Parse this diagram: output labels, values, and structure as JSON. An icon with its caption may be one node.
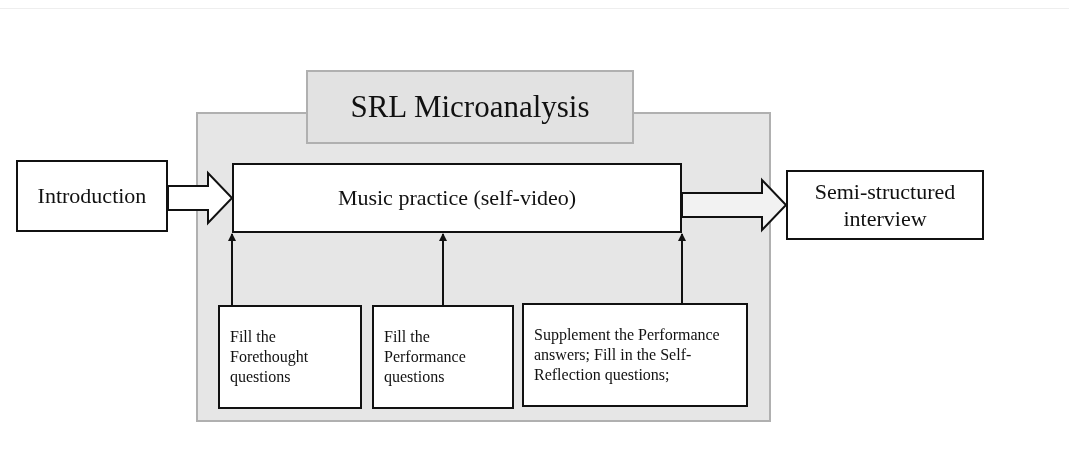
{
  "diagram": {
    "nodes": [
      {
        "text": [
          "Introduction"
        ]
      },
      {
        "text": [
          "SRL Microanalysis"
        ]
      },
      {
        "text": [
          "Music practice (self-video)"
        ],
        "in": 1
      },
      {
        "text": [
          "Fill the Forethought questions"
        ],
        "in": 1
      },
      {
        "text": [
          "Fill the Performance questions"
        ],
        "in": 1
      },
      {
        "text": [
          "Supplement the Performance answers; Fill in the Self-Reflection questions;"
        ],
        "in": 1
      },
      {
        "text": [
          "Semi-structured interview"
        ]
      }
    ],
    "edges": [
      {
        "from": 0,
        "to": 2,
        "arrow": "to",
        "style": "thick"
      },
      {
        "from": 2,
        "to": 6,
        "arrow": "to",
        "style": "thick"
      },
      {
        "from": 3,
        "to": 2,
        "arrow": "to"
      },
      {
        "from": 4,
        "to": 2,
        "arrow": "to"
      },
      {
        "from": 5,
        "to": 2,
        "arrow": "to"
      }
    ]
  }
}
